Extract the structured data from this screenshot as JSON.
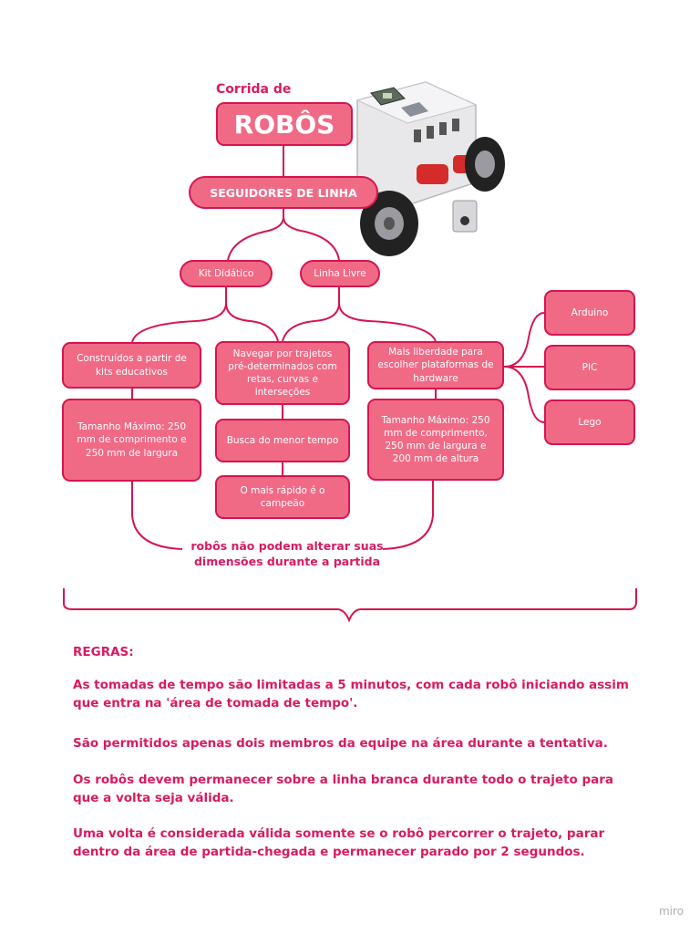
{
  "diagram": {
    "small_title": "Corrida de",
    "main_title": "ROBÔS",
    "branch_title": "SEGUIDORES DE LINHA",
    "kit_label": "Kit Didático",
    "livre_label": "Linha Livre",
    "col1_box1": "Construídos a partir de kits educativos",
    "col1_box2": "Tamanho Máximo: 250 mm de comprimento e 250 mm de largura",
    "col2_box1": "Navegar por trajetos pré-determinados com retas, curvas e interseções",
    "col2_box2": "Busca do menor tempo",
    "col2_box3": "O mais rápido é o campeão",
    "col3_box1": "Mais liberdade para escolher plataformas de hardware",
    "col3_box2": "Tamanho Máximo: 250 mm de comprimento, 250 mm de largura e 200 mm de altura",
    "hw_arduino": "Arduino",
    "hw_pic": "PIC",
    "hw_lego": "Lego",
    "note": "robôs não podem alterar suas dimensões durante a partida"
  },
  "rules": {
    "heading": "REGRAS:",
    "items": [
      "As tomadas de tempo são limitadas a 5 minutos, com cada robô iniciando assim que entra na 'área de tomada de tempo'.",
      "São permitidos apenas dois membros da equipe na área durante a tentativa.",
      "Os robôs devem permanecer sobre a linha branca durante todo o trajeto para que a volta seja válida.",
      "Uma volta é considerada válida somente se o robô percorrer o trajeto, parar dentro da área de partida-chegada e permanecer parado por 2 segundos."
    ]
  },
  "watermark": "miro",
  "colors": {
    "accent": "#d81b60",
    "box_fill": "#f06a86",
    "box_border": "#d6154e"
  }
}
